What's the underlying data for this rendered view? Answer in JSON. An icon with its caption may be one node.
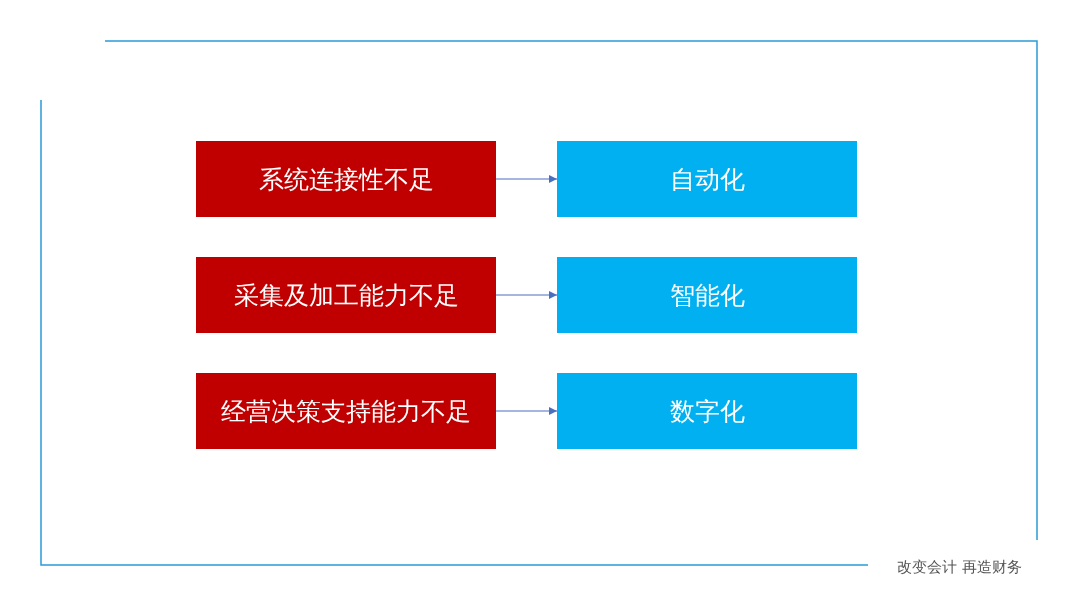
{
  "diagram": {
    "nodes": [
      {
        "text": [
          "系统连接性不足"
        ]
      },
      {
        "text": [
          "自动化"
        ]
      },
      {
        "text": [
          "采集及加工能力不足"
        ]
      },
      {
        "text": [
          "智能化"
        ]
      },
      {
        "text": [
          "经营决策支持能力不足"
        ]
      },
      {
        "text": [
          "数字化"
        ]
      }
    ],
    "edges": [
      {
        "from": 0,
        "to": 1,
        "arrow": "to"
      },
      {
        "from": 2,
        "to": 3,
        "arrow": "to"
      },
      {
        "from": 4,
        "to": 5,
        "arrow": "to"
      }
    ],
    "labels": [
      "改变会计 再造财务"
    ]
  }
}
